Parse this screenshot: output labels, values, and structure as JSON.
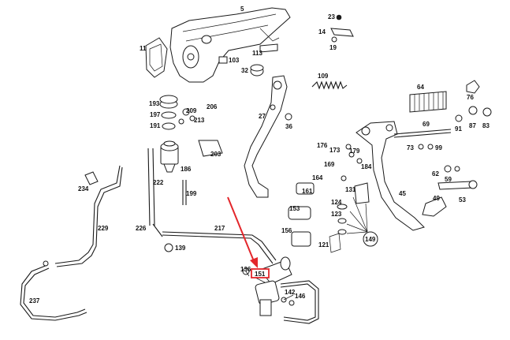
{
  "diagram": {
    "callouts": [
      "5",
      "23",
      "14",
      "19",
      "11",
      "103",
      "113",
      "32",
      "109",
      "64",
      "76",
      "193",
      "197",
      "191",
      "209",
      "213",
      "206",
      "27",
      "36",
      "69",
      "91",
      "87",
      "83",
      "176",
      "173",
      "179",
      "184",
      "73",
      "99",
      "203",
      "186",
      "222",
      "199",
      "234",
      "229",
      "226",
      "139",
      "169",
      "164",
      "131",
      "161",
      "153",
      "124",
      "123",
      "156",
      "121",
      "149",
      "45",
      "62",
      "59",
      "53",
      "49",
      "217",
      "136",
      "142",
      "146",
      "237"
    ],
    "highlighted_callout": "151",
    "arrow_color": "#e3262b"
  }
}
